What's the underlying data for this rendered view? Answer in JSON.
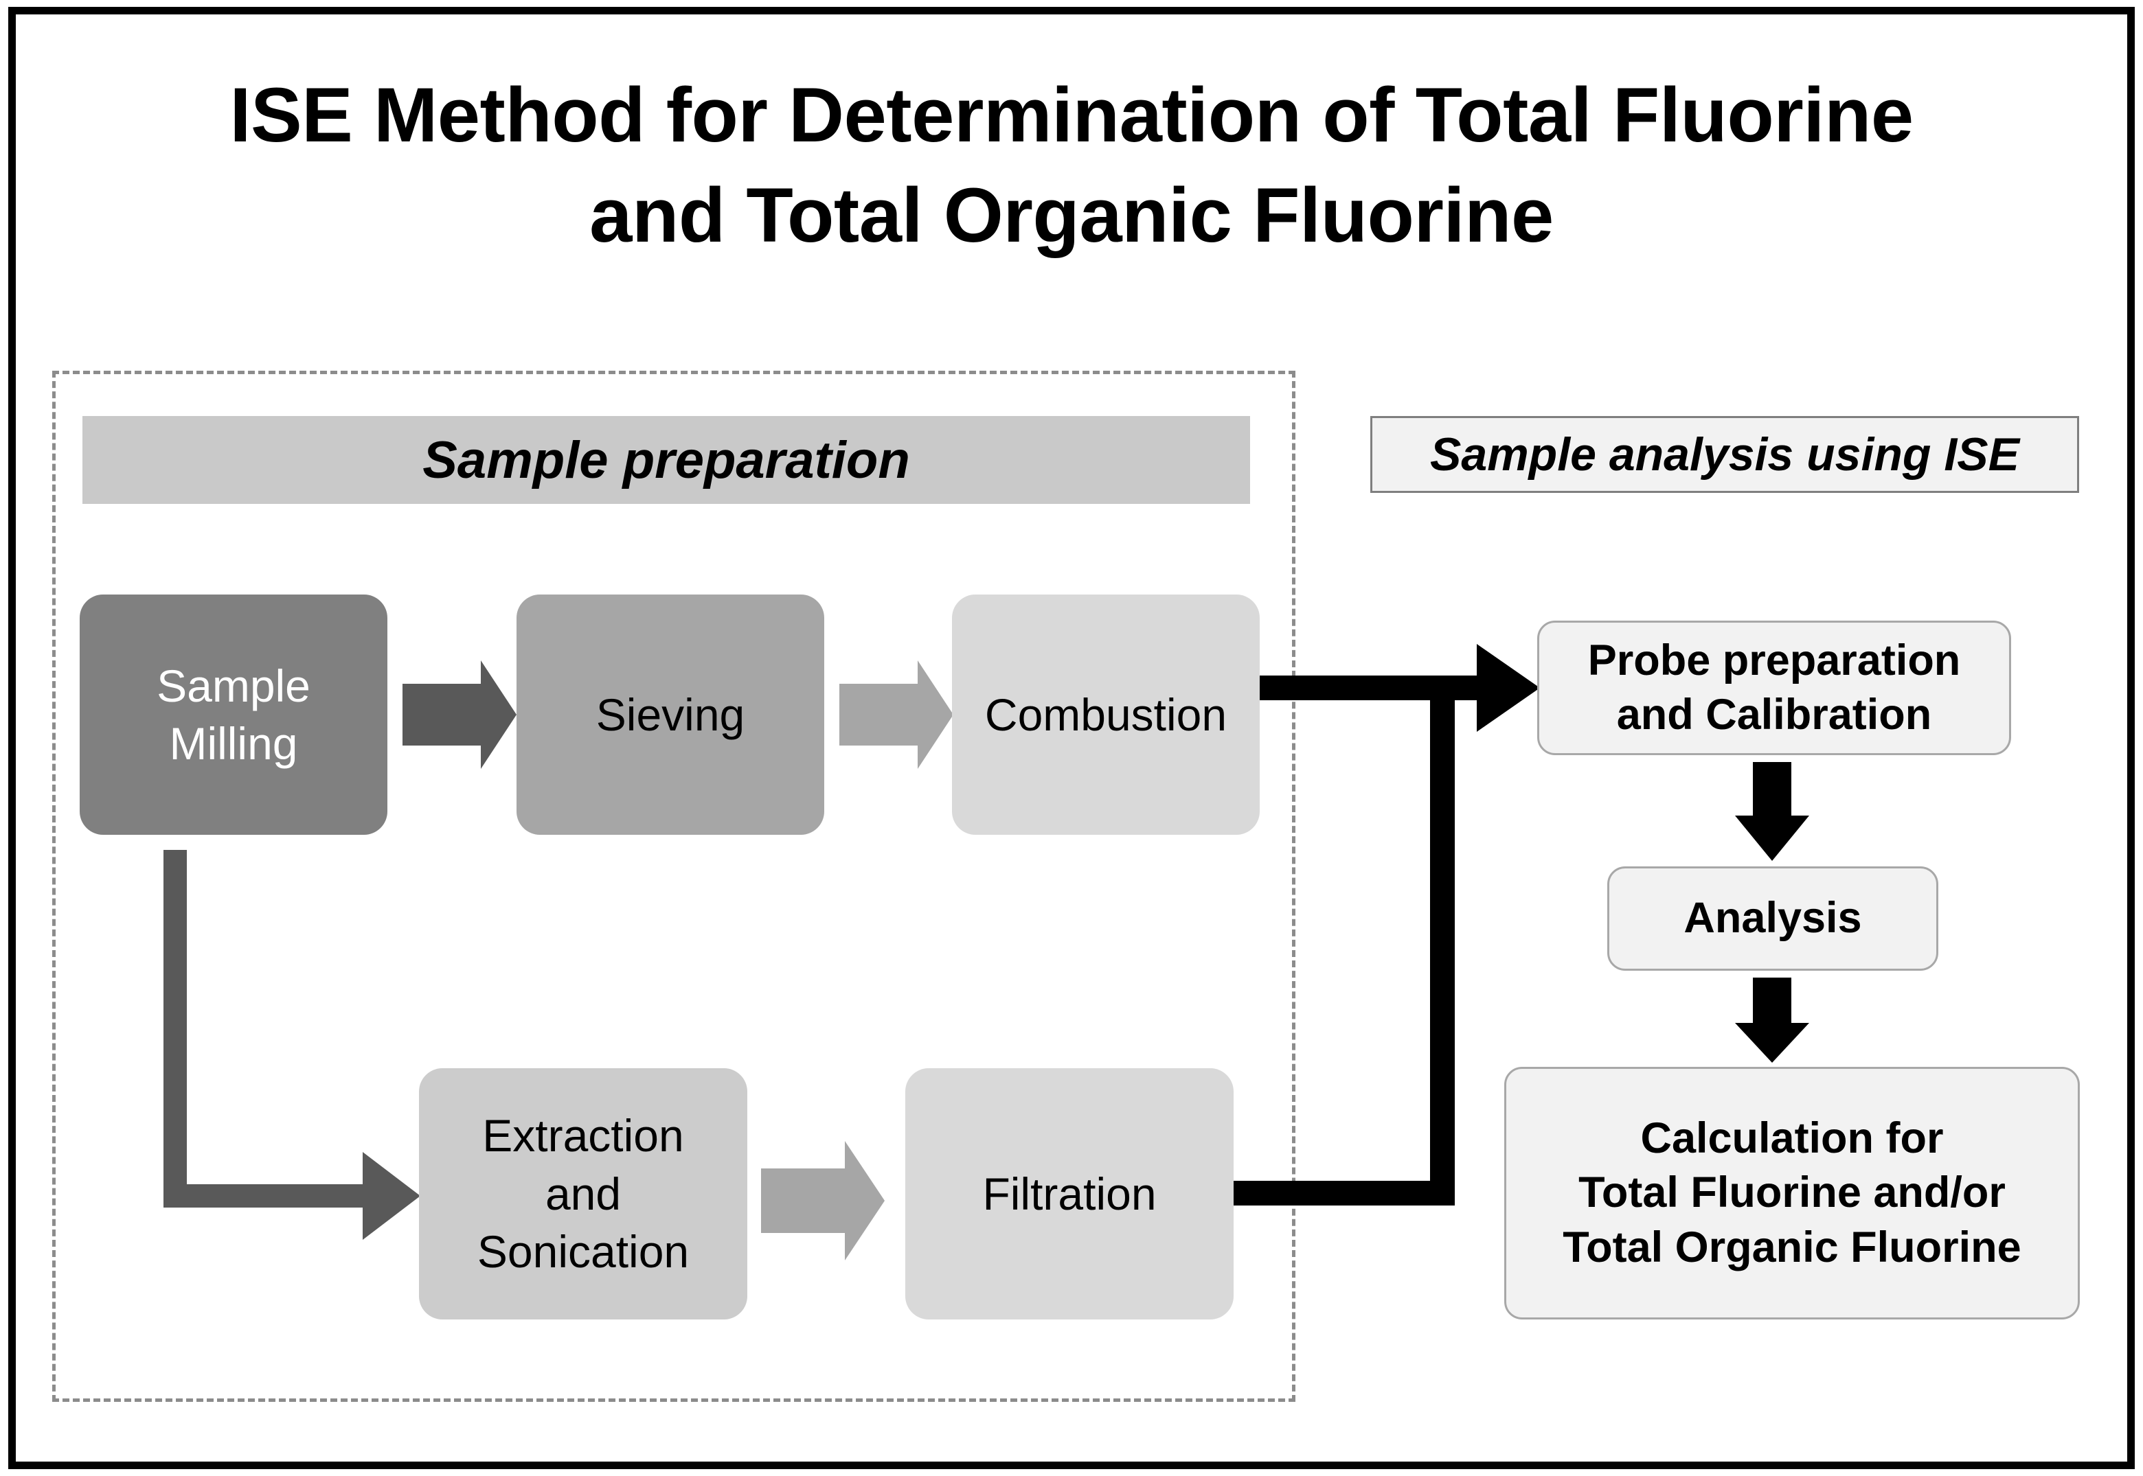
{
  "figure": {
    "title_line1": "ISE Method for Determination of Total Fluorine",
    "title_line2": "and Total Organic Fluorine"
  },
  "sections": {
    "preparation": {
      "header": "Sample preparation",
      "header_color": "#c9c9c9",
      "border_style": "dashed",
      "border_color": "#8c8c8c"
    },
    "analysis": {
      "header": "Sample analysis using ISE",
      "header_color": "#f2f2f2",
      "border_color": "#7f7f7f"
    }
  },
  "preparation_steps": {
    "top_row": [
      {
        "label_line1": "Sample",
        "label_line2": "Milling",
        "fill": "#808080",
        "text_color": "#ffffff"
      },
      {
        "label_line1": "Sieving",
        "label_line2": "",
        "fill": "#a6a6a6",
        "text_color": "#000000"
      },
      {
        "label_line1": "Combustion",
        "label_line2": "",
        "fill": "#d9d9d9",
        "text_color": "#000000"
      }
    ],
    "bottom_row": [
      {
        "label_line1": "Extraction",
        "label_line2": "and",
        "label_line3": "Sonication",
        "fill": "#cccccc",
        "text_color": "#000000"
      },
      {
        "label_line1": "Filtration",
        "label_line2": "",
        "label_line3": "",
        "fill": "#d9d9d9",
        "text_color": "#000000"
      }
    ]
  },
  "analysis_steps": [
    {
      "label_line1": "Probe preparation",
      "label_line2": "and Calibration",
      "label_line3": ""
    },
    {
      "label_line1": "Analysis",
      "label_line2": "",
      "label_line3": ""
    },
    {
      "label_line1": "Calculation for",
      "label_line2": "Total Fluorine and/or",
      "label_line3": "Total Organic Fluorine"
    }
  ],
  "connectors": {
    "milling_to_sieving": {
      "color": "#595959",
      "type": "block-arrow-right"
    },
    "sieving_to_combustion": {
      "color": "#a6a6a6",
      "type": "block-arrow-right"
    },
    "milling_to_extraction": {
      "color": "#595959",
      "type": "elbow-arrow-down-right"
    },
    "extraction_to_filtration": {
      "color": "#a6a6a6",
      "type": "block-arrow-right"
    },
    "combustion_to_probe": {
      "color": "#000000",
      "type": "line-arrow-right"
    },
    "filtration_to_probe": {
      "color": "#000000",
      "type": "elbow-line-up-right"
    },
    "probe_to_analysis": {
      "color": "#000000",
      "type": "block-arrow-down"
    },
    "analysis_to_calculation": {
      "color": "#000000",
      "type": "block-arrow-down"
    }
  },
  "colors": {
    "frame": "#000000",
    "background": "#ffffff"
  }
}
